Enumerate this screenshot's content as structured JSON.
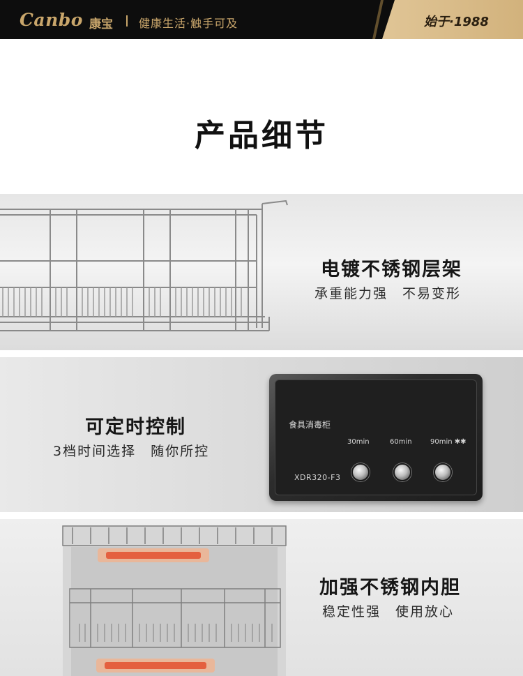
{
  "header": {
    "brand_logo": "Canbo",
    "brand_cn": "康宝",
    "slogan": "健康生活·触手可及",
    "since": "始于·1988"
  },
  "section_title": "产品细节",
  "features": [
    {
      "title": "电镀不锈钢层架",
      "subtitle": "承重能力强　不易变形"
    },
    {
      "title": "可定时控制",
      "subtitle": "3档时间选择　随你所控"
    },
    {
      "title": "加强不锈钢内胆",
      "subtitle": "稳定性强　使用放心"
    }
  ],
  "control_panel": {
    "name": "食具消毒柜",
    "timer_options": [
      "30min",
      "60min",
      "90min ✱✱"
    ],
    "model": "XDR320-F3"
  }
}
